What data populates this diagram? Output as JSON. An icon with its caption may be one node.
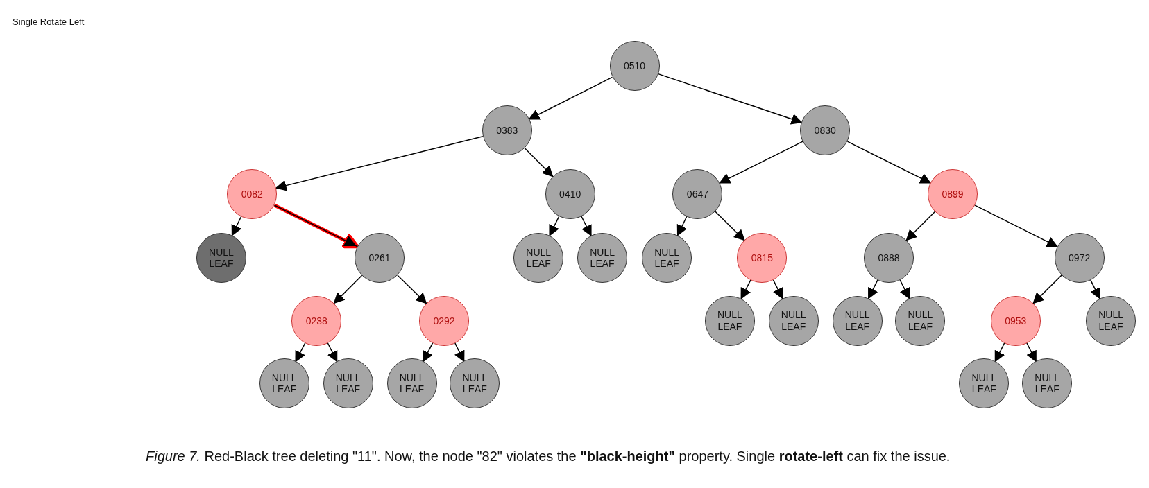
{
  "diagram": {
    "title": "Single Rotate Left",
    "caption": "*Figure 7.* Red-Black tree deleting \"11\". Now, the node \"82\" violates the **\"black-height\"** property. Single **rotate-left** can fix the issue.",
    "nodes": [
      {
        "text": [
          "0510"
        ]
      },
      {
        "text": [
          "0383"
        ]
      },
      {
        "text": [
          "0830"
        ]
      },
      {
        "text": [
          "0082"
        ]
      },
      {
        "text": [
          "0410"
        ]
      },
      {
        "text": [
          "0647"
        ]
      },
      {
        "text": [
          "0899"
        ]
      },
      {
        "text": [
          "NULL LEAF"
        ]
      },
      {
        "text": [
          "0261"
        ]
      },
      {
        "text": [
          "NULL LEAF"
        ]
      },
      {
        "text": [
          "NULL LEAF"
        ]
      },
      {
        "text": [
          "NULL LEAF"
        ]
      },
      {
        "text": [
          "0815"
        ]
      },
      {
        "text": [
          "0888"
        ]
      },
      {
        "text": [
          "0972"
        ]
      },
      {
        "text": [
          "0238"
        ]
      },
      {
        "text": [
          "0292"
        ]
      },
      {
        "text": [
          "NULL LEAF"
        ]
      },
      {
        "text": [
          "NULL LEAF"
        ]
      },
      {
        "text": [
          "NULL LEAF"
        ]
      },
      {
        "text": [
          "NULL LEAF"
        ]
      },
      {
        "text": [
          "0953"
        ]
      },
      {
        "text": [
          "NULL LEAF"
        ]
      },
      {
        "text": [
          "NULL LEAF"
        ]
      },
      {
        "text": [
          "NULL LEAF"
        ]
      },
      {
        "text": [
          "NULL LEAF"
        ]
      },
      {
        "text": [
          "NULL LEAF"
        ]
      },
      {
        "text": [
          "NULL LEAF"
        ]
      },
      {
        "text": [
          "NULL LEAF"
        ]
      }
    ],
    "edges": [
      {
        "from": 0,
        "to": 1,
        "arrow": "to"
      },
      {
        "from": 0,
        "to": 2,
        "arrow": "to"
      },
      {
        "from": 1,
        "to": 3,
        "arrow": "to"
      },
      {
        "from": 1,
        "to": 4,
        "arrow": "to"
      },
      {
        "from": 2,
        "to": 5,
        "arrow": "to"
      },
      {
        "from": 2,
        "to": 6,
        "arrow": "to"
      },
      {
        "from": 3,
        "to": 7,
        "arrow": "to"
      },
      {
        "from": 3,
        "to": 8,
        "arrow": "to",
        "style": "thick",
        "color": "#ff0000"
      },
      {
        "from": 4,
        "to": 9,
        "arrow": "to"
      },
      {
        "from": 4,
        "to": 10,
        "arrow": "to"
      },
      {
        "from": 5,
        "to": 11,
        "arrow": "to"
      },
      {
        "from": 5,
        "to": 12,
        "arrow": "to"
      },
      {
        "from": 6,
        "to": 13,
        "arrow": "to"
      },
      {
        "from": 6,
        "to": 14,
        "arrow": "to"
      },
      {
        "from": 8,
        "to": 15,
        "arrow": "to"
      },
      {
        "from": 8,
        "to": 16,
        "arrow": "to"
      },
      {
        "from": 12,
        "to": 17,
        "arrow": "to"
      },
      {
        "from": 12,
        "to": 18,
        "arrow": "to"
      },
      {
        "from": 13,
        "to": 19,
        "arrow": "to"
      },
      {
        "from": 13,
        "to": 20,
        "arrow": "to"
      },
      {
        "from": 14,
        "to": 21,
        "arrow": "to"
      },
      {
        "from": 14,
        "to": 22,
        "arrow": "to"
      },
      {
        "from": 15,
        "to": 23,
        "arrow": "to"
      },
      {
        "from": 15,
        "to": 24,
        "arrow": "to"
      },
      {
        "from": 16,
        "to": 25,
        "arrow": "to"
      },
      {
        "from": 16,
        "to": 26,
        "arrow": "to"
      },
      {
        "from": 21,
        "to": 27,
        "arrow": "to"
      },
      {
        "from": 21,
        "to": 28,
        "arrow": "to"
      }
    ]
  }
}
